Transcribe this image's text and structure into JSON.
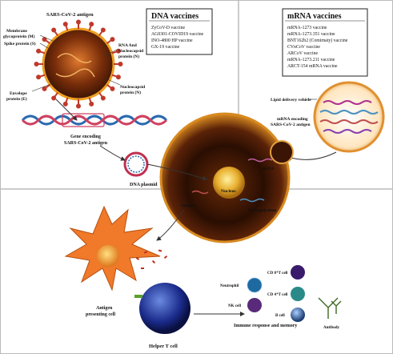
{
  "virus_labels": {
    "title": "SARS-CoV-2 antigen",
    "membrane_1": "Membrane",
    "membrane_2": "glycoprotein (M)",
    "spike": "Spike protein (S)",
    "rna_1": "RNA And",
    "rna_2": "Nucleocapsid",
    "rna_3": "protein (N)",
    "envelope_1": "Envelope",
    "envelope_2": "protein (E)",
    "nucleocapsid_1": "Nucleocapsid",
    "nucleocapsid_2": "protein (N)"
  },
  "dna_box": {
    "title": "DNA vaccines",
    "items": [
      "ZyCoV-D vaccine",
      "AG0301-COVID19 vaccine",
      "INO-4800 HP vaccine",
      "GX-19 vaccine"
    ]
  },
  "mrna_box": {
    "title": "mRNA vaccines",
    "items": [
      "mRNA-1273 vaccine",
      "mRNA-1273.351 vaccine",
      "BNT162b2 (Comirnaty) vaccine",
      "CVnCoV vaccine",
      "ARCoV vaccine",
      "mRNA-1273.211 vaccine",
      "ARCT-154 mRNA vaccine"
    ]
  },
  "labels": {
    "gene_1": "Gene encoding",
    "gene_2": "SARS-CoV-2 antigen",
    "dna_plasmid": "DNA plasmid",
    "lipid": "Lipid delivery vehicle",
    "mrna_enc_1": "mRNA encoding",
    "mrna_enc_2": "SARS-CoV-2 antigen",
    "nucleus": "Nucleus",
    "mrna_in_cell": "mRNA",
    "antigen": "Antigen",
    "self_replication": "Self replication",
    "apc_1": "Antigen",
    "apc_2": "presenting cell",
    "helper": "Helper T cell",
    "neutrophil": "Neutrophil",
    "nk": "NK cell",
    "cd8": "CD 8⁺T cell",
    "cd4": "CD 4⁺T cell",
    "bcell": "B cell",
    "antibody": "Antibody",
    "immune": "Immune response and memory"
  },
  "colors": {
    "virus": "#6b2a0c",
    "virus_ring": "#f0a020",
    "cell_outer": "#7a3a10",
    "cell_ring": "#d88a20",
    "apc": "#f07a2a",
    "helper": "#2a4aa0",
    "neutrophil": "#1e6aa0",
    "nk": "#5a2a7a",
    "cd8": "#3a1a6a",
    "cd4": "#2a8a8a",
    "bcell": "#1a6aa0",
    "antibody": "#3a6a20"
  }
}
